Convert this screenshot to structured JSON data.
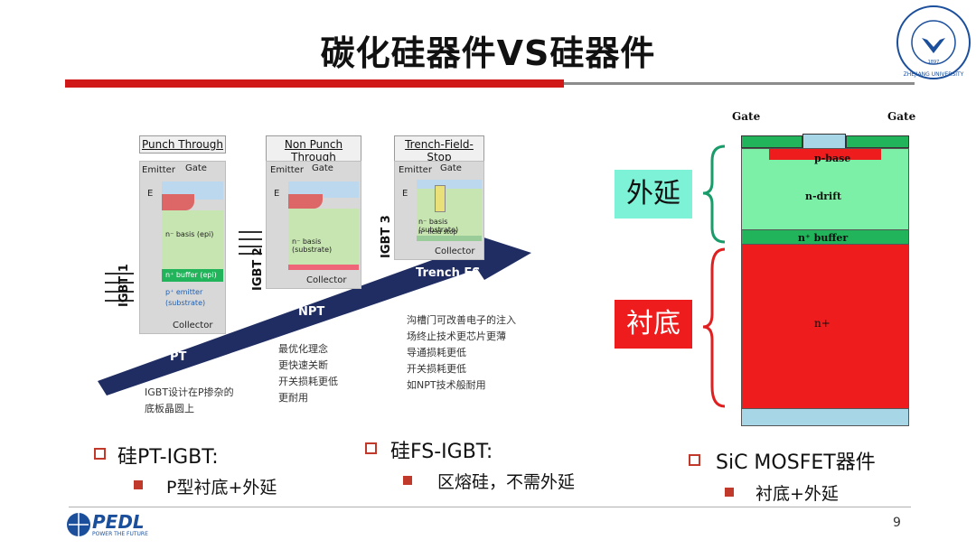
{
  "slide": {
    "title": "碳化硅器件VS硅器件",
    "page_number": "9",
    "logo_brand": "PEDL",
    "logo_tagline": "POWER THE FUTURE",
    "university_text": "ZHEJIANG UNIVERSITY",
    "university_year": "1897"
  },
  "igbt_figure": {
    "columns": [
      {
        "header": "Punch Through",
        "tag": "IGBT 1",
        "layers": [
          "n⁻ basis (epi)",
          "n⁺ buffer (epi)",
          "p⁺ emitter",
          "(substrate)"
        ],
        "emitter": "Emitter",
        "gate": "Gate",
        "collector": "Collector",
        "field": "E"
      },
      {
        "header": "Non Punch Through",
        "tag": "IGBT 2",
        "layers": [
          "n⁻ basis (substrate)"
        ],
        "emitter": "Emitter",
        "gate": "Gate",
        "collector": "Collector",
        "field": "E"
      },
      {
        "header": "Trench-Field-Stop",
        "tag": "IGBT 3",
        "layers": [
          "n⁻ basis (substrate)",
          "n⁺ field stop"
        ],
        "emitter": "Emitter",
        "gate": "Gate",
        "collector": "Collector",
        "field": "E"
      }
    ],
    "arrow_labels": [
      "PT",
      "NPT",
      "Trench FS"
    ],
    "notes": {
      "pt": [
        "IGBT设计在P掺杂的",
        "底板晶圆上"
      ],
      "npt": [
        "最优化理念",
        "更快速关断",
        "开关损耗更低",
        "更耐用"
      ],
      "fs": [
        "沟槽门可改善电子的注入",
        "场终止技术更芯片更薄",
        "导通损耗更低",
        "开关损耗更低",
        "如NPT技术般耐用"
      ]
    }
  },
  "mosfet_figure": {
    "gate_left": "Gate",
    "gate_right": "Gate",
    "p_base": "p-base",
    "n_drift": "n-drift",
    "n_buffer": "n⁺ buffer",
    "n_plus": "n+",
    "epi_label": "外延",
    "substrate_label": "衬底"
  },
  "bullets": [
    {
      "label": "硅PT-IGBT:",
      "sub": "P型衬底+外延"
    },
    {
      "label": "硅FS-IGBT:",
      "sub": "区熔硅，不需外延"
    },
    {
      "label": "SiC MOSFET器件",
      "sub": "衬底+外延"
    }
  ],
  "colors": {
    "accent_red": "#d01818",
    "bullet_red": "#c0392b",
    "drift_green": "#7cf0a6",
    "buffer_green": "#22b45a",
    "substrate_red": "#ee1c1c",
    "contact_blue": "#a7d7e6",
    "label_chip": "#7ef2d6"
  }
}
